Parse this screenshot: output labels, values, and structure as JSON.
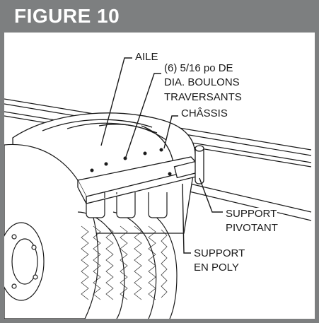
{
  "figure": {
    "title": "FIGURE 10"
  },
  "labels": {
    "aile": "AILE",
    "bolts_line1": "(6) 5/16 po DE",
    "bolts_line2": "DIA. BOULONS",
    "bolts_line3": "TRAVERSANTS",
    "chassis": "CHÂSSIS",
    "pivot_line1": "SUPPORT",
    "pivot_line2": "PIVOTANT",
    "poly_line1": "SUPPORT",
    "poly_line2": "EN POLY"
  },
  "colors": {
    "header_bg": "#7d7f80",
    "header_text": "#ffffff",
    "line": "#1a1a1a"
  }
}
